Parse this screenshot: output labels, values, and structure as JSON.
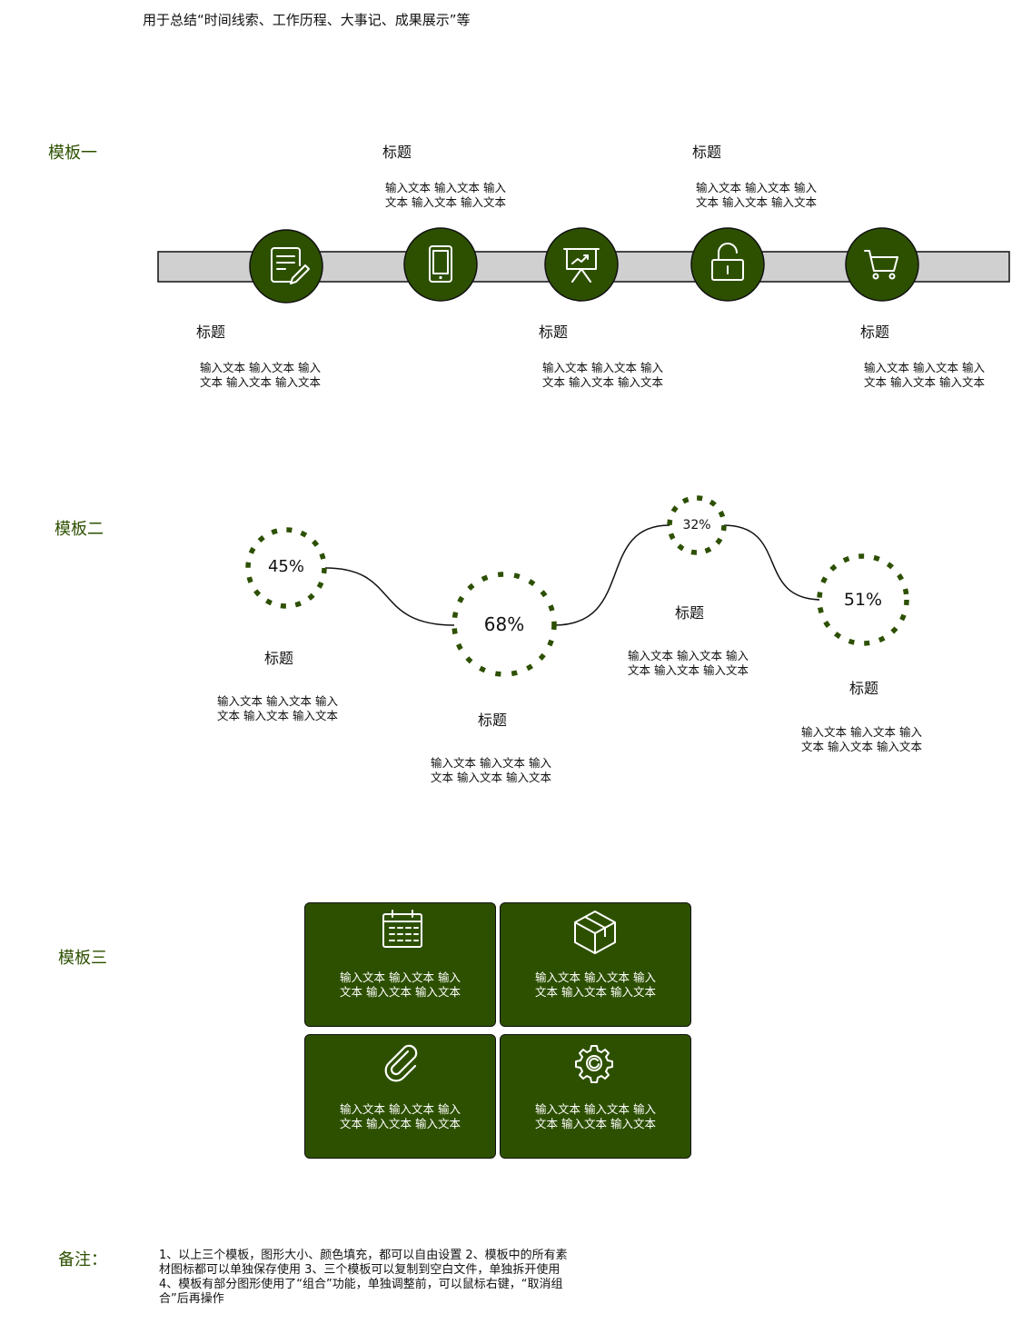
{
  "intro": "用于总结“时间线索、工作历程、大事记、成果展示”等",
  "template1": {
    "label": "模板一",
    "items": [
      {
        "title": "标题",
        "text": "输入文本 输入文本 输入\n文本 输入文本 输入文本",
        "icon": "notepad-pen-icon"
      },
      {
        "title": "标题",
        "text": "输入文本 输入文本 输入\n文本 输入文本 输入文本",
        "icon": "smartphone-icon"
      },
      {
        "title": "标题",
        "text": "输入文本 输入文本 输入\n文本 输入文本 输入文本",
        "icon": "presentation-board-icon"
      },
      {
        "title": "标题",
        "text": "输入文本 输入文本 输入\n文本 输入文本 输入文本",
        "icon": "padlock-icon"
      },
      {
        "title": "标题",
        "text": "输入文本 输入文本 输入\n文本 输入文本 输入文本",
        "icon": "shopping-cart-icon"
      }
    ]
  },
  "template2": {
    "label": "模板二",
    "items": [
      {
        "value": "45%",
        "title": "标题",
        "text": "输入文本 输入文本 输入\n文本 输入文本 输入文本"
      },
      {
        "value": "68%",
        "title": "标题",
        "text": "输入文本 输入文本 输入\n文本 输入文本 输入文本"
      },
      {
        "value": "32%",
        "title": "标题",
        "text": "输入文本 输入文本 输入\n文本 输入文本 输入文本"
      },
      {
        "value": "51%",
        "title": "标题",
        "text": "输入文本 输入文本 输入\n文本 输入文本 输入文本"
      }
    ]
  },
  "template3": {
    "label": "模板三",
    "cards": [
      {
        "text": "输入文本 输入文本 输入\n文本 输入文本 输入文本",
        "icon": "calendar-icon"
      },
      {
        "text": "输入文本 输入文本 输入\n文本 输入文本 输入文本",
        "icon": "box-3d-icon"
      },
      {
        "text": "输入文本 输入文本 输入\n文本 输入文本 输入文本",
        "icon": "paperclip-icon"
      },
      {
        "text": "输入文本 输入文本 输入\n文本 输入文本 输入文本",
        "icon": "gear-icon"
      }
    ]
  },
  "notes": {
    "label": "备注：",
    "lines": [
      "1、以上三个模板，图形大小、颜色填充，都可以自由设置 2、模板中的所有素",
      "材图标都可以单独保存使用 3、三个模板可以复制到空白文件，单独拆开使用",
      "4、模板有部分图形使用了“组合”功能，单独调整前，可以鼠标右键，“取消组",
      "合”后再操作"
    ]
  },
  "colors": {
    "accent": "#2d5000",
    "bar": "#d0d0d0",
    "text": "#111111"
  }
}
